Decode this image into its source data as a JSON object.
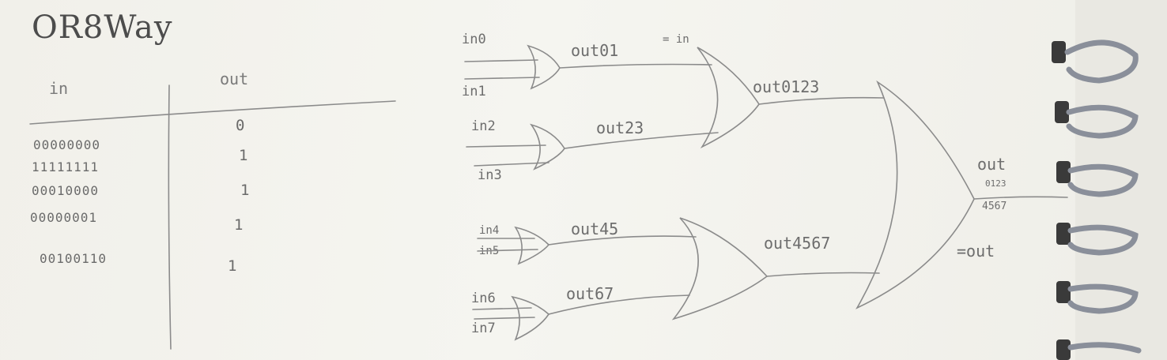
{
  "title": "OR8Way",
  "truth_table": {
    "headers": {
      "in": "in",
      "out": "out"
    },
    "rows": [
      {
        "in": "00000000",
        "out": "0"
      },
      {
        "in": "11111111",
        "out": "1"
      },
      {
        "in": "00010000",
        "out": "1"
      },
      {
        "in": "00000001",
        "out": "1"
      },
      {
        "in": "00100110",
        "out": "1"
      }
    ]
  },
  "circuit": {
    "inputs": [
      "in0",
      "in1",
      "in2",
      "in3",
      "in4",
      "in5",
      "in6",
      "in7"
    ],
    "stage1": [
      "out01",
      "out23",
      "out45",
      "out67"
    ],
    "stage1_note": "= in",
    "stage2": [
      "out0123",
      "out4567"
    ],
    "final": {
      "label": "out",
      "sub_top": "0123",
      "sub_bottom": "4567",
      "result": "=out"
    }
  }
}
